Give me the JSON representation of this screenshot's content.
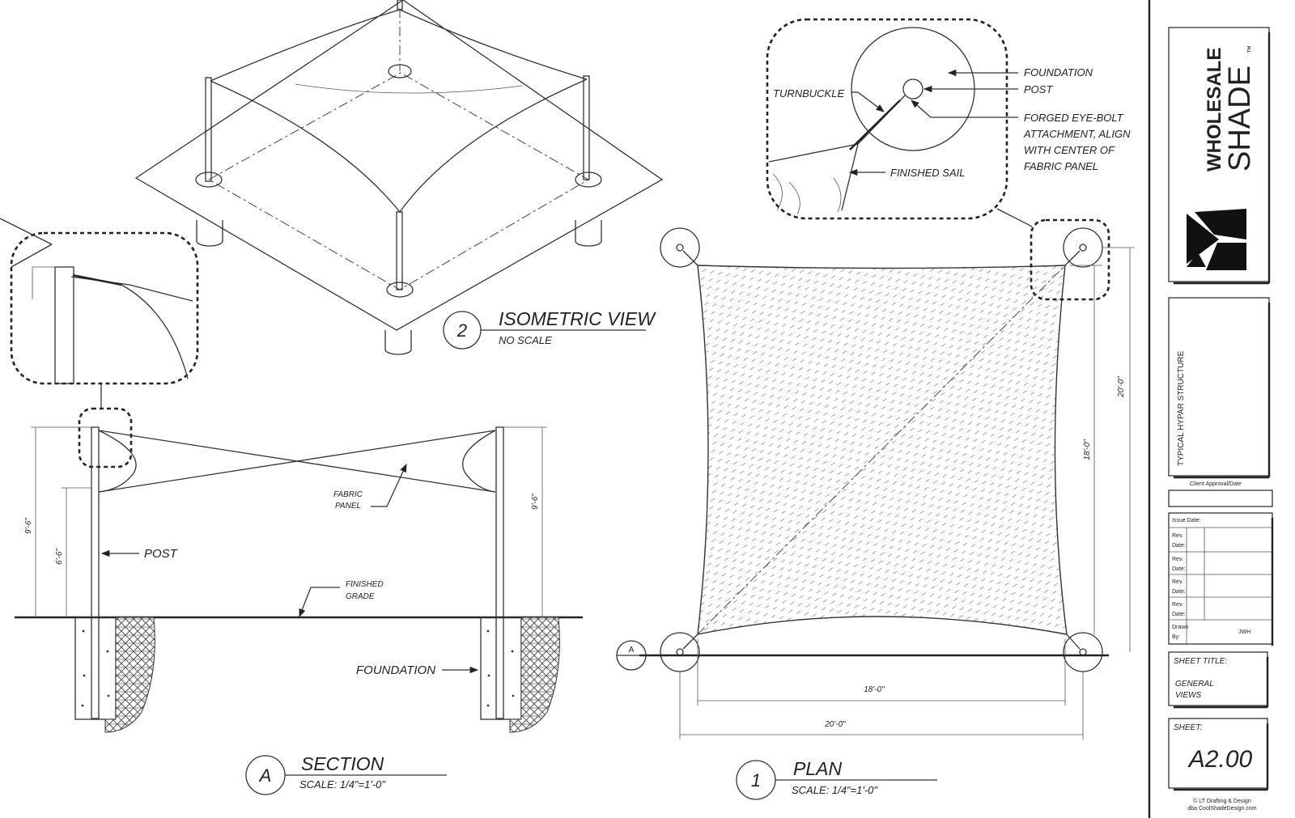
{
  "isometric_view": {
    "number": "2",
    "title": "ISOMETRIC VIEW",
    "scale": "NO SCALE"
  },
  "plan_view": {
    "number": "1",
    "title": "PLAN",
    "scale": "SCALE:  1/4\"=1'-0\"",
    "dim_inner_width": "18'-0\"",
    "dim_outer_width": "20'-0\"",
    "dim_inner_height": "18'-0\"",
    "dim_outer_height": "20'-0\"",
    "section_marker": "A"
  },
  "section_view": {
    "letter": "A",
    "title": "SECTION",
    "scale": "SCALE:  1/4\"=1'-0\"",
    "label_post": "POST",
    "label_fabric_1": "FABRIC",
    "label_fabric_2": "PANEL",
    "label_grade_1": "FINISHED",
    "label_grade_2": "GRADE",
    "label_foundation": "FOUNDATION",
    "dim_left_outer": "9'-6\"",
    "dim_left_inner": "6'-6\"",
    "dim_right": "9'-6\""
  },
  "detail_callout": {
    "turnbuckle": "TURNBUCKLE",
    "foundation": "FOUNDATION",
    "post": "POST",
    "eyebolt_1": "FORGED EYE-BOLT",
    "eyebolt_2": "ATTACHMENT, ALIGN",
    "eyebolt_3": "WITH CENTER OF",
    "eyebolt_4": "FABRIC PANEL",
    "finished_sail": "FINISHED SAIL"
  },
  "title_block": {
    "brand_top": "WHOLESALE",
    "brand_bottom": "SHADE",
    "trademark": "™",
    "project": "TYPICAL HYPAR STRUCTURE",
    "client_approval": "Client Approval/Date",
    "issue_date": "Issue Date:",
    "rev_rows": [
      {
        "rev": "Rev.",
        "date": "Date:"
      },
      {
        "rev": "Rev.",
        "date": "Date:"
      },
      {
        "rev": "Rev.",
        "date": "Date:"
      },
      {
        "rev": "Rev.",
        "date": "Date:"
      }
    ],
    "drawn_by_1": "Drawn",
    "drawn_by_2": "By:",
    "drawn_by_value": "JWH",
    "sheet_title_label": "SHEET TITLE:",
    "sheet_title_1": "GENERAL",
    "sheet_title_2": "VIEWS",
    "sheet_label": "SHEET:",
    "sheet_number": "A2.00",
    "credit_1": "© LT Drafting & Design",
    "credit_2": "dba CoolShadeDesign.com"
  },
  "colors": {
    "line": "#333333",
    "background": "#ffffff",
    "hatch": "#888888"
  }
}
